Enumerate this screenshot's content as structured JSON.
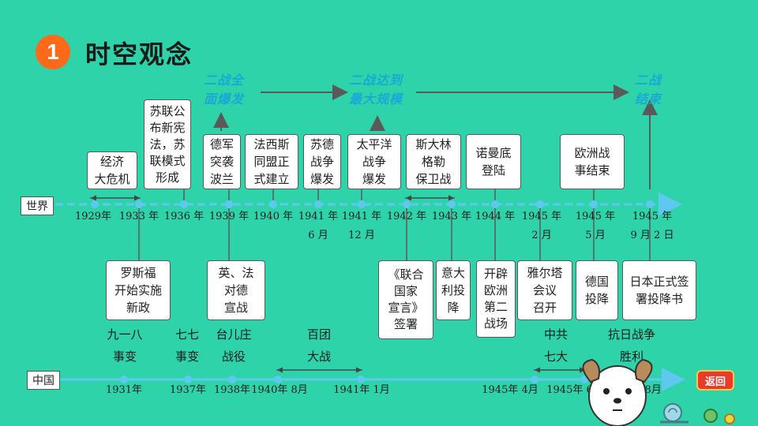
{
  "header": {
    "badge": "1",
    "title": "时空观念"
  },
  "axes": {
    "world_label": "世界",
    "china_label": "中国"
  },
  "stages": {
    "s1": "二战全\n面爆发",
    "s2": "二战达到\n最大规模",
    "s3": "二战\n结束"
  },
  "world_top_boxes": [
    "经济\n大危机",
    "苏联公\n布新宪\n法，苏\n联模式\n形成",
    "德军\n突袭\n波兰",
    "法西斯\n同盟正\n式建立",
    "苏德\n战争\n爆发",
    "太平洋\n战争\n爆发",
    "斯大林\n格勒\n保卫战",
    "诺曼底\n登陆",
    "欧洲战\n事结束"
  ],
  "world_years": [
    "1929年",
    "1933 年",
    "1936 年",
    "1939 年",
    "1940 年",
    "1941 年\n6 月",
    "1941 年\n12 月",
    "1942 年",
    "1943 年",
    "1944 年",
    "1945 年\n2 月",
    "1945 年\n5 月",
    "1945 年\n9 月 2 日"
  ],
  "world_bottom_boxes": [
    "罗斯福\n开始实施\n新政",
    "英、法\n对德\n宣战",
    "《联合\n国家\n宣言》\n签署",
    "意大\n利投\n降",
    "开辟\n欧洲\n第二\n战场",
    "雅尔塔\n会议\n召开",
    "德国\n投降",
    "日本正式签\n署投降书"
  ],
  "china_events": [
    "九一八\n事变",
    "七七\n事变",
    "台儿庄\n战役",
    "百团\n大战",
    "中共\n七大",
    "抗日战争\n胜利"
  ],
  "china_years": [
    "1931年",
    "1937年",
    "1938年",
    "1940年 8月",
    "1941年 1月",
    "1945年 4月",
    "1945年 6月",
    "1945年 8月"
  ],
  "buttons": {
    "back": "返回"
  },
  "colors": {
    "background": "#2fd3a9",
    "axis": "#5fc8f0",
    "stage": "#19a9d6",
    "badge": "#ff6a1a"
  }
}
